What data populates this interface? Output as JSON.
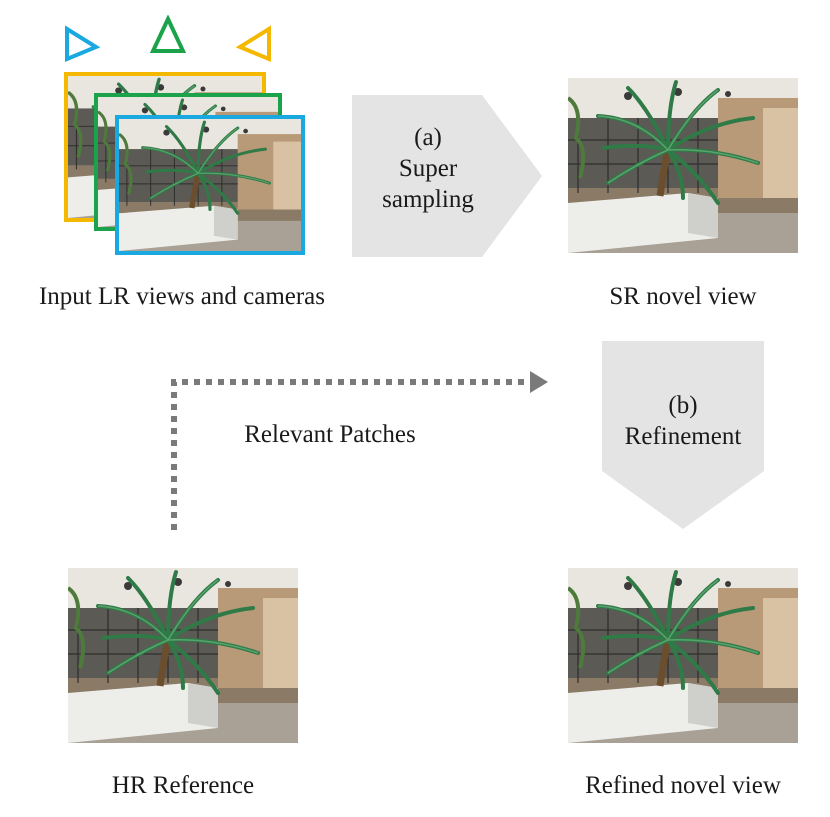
{
  "diagram": {
    "input_label": "Input LR views and cameras",
    "sr_label": "SR novel view",
    "hr_label": "HR Reference",
    "refined_label": "Refined novel view",
    "step_a": {
      "tag": "(a)",
      "line1": "Super",
      "line2": "sampling"
    },
    "step_b": {
      "tag": "(b)",
      "line1": "Refinement"
    },
    "dotted_label": "Relevant Patches"
  },
  "colors": {
    "camera_blue": "#1aa8e0",
    "camera_green": "#1aa34a",
    "camera_yellow": "#f5b800",
    "arrow_fill": "#e4e4e4",
    "dotted_line": "#7a7a7a"
  },
  "icons": [
    "camera-triangle-icon",
    "dotted-arrow-icon"
  ]
}
